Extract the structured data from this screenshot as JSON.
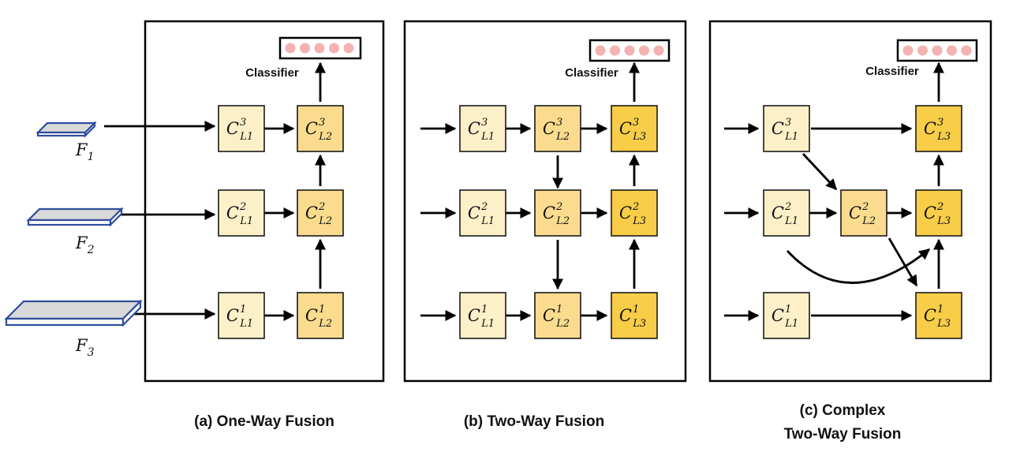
{
  "colors": {
    "l1_fill": "#fdf0c8",
    "l2_fill": "#fbdc8e",
    "l3_fill": "#f8cd48",
    "classifier_dot": "#f4b2b0",
    "feature_stroke": "#2e4d9c",
    "feature_fill": "#d9d9d9",
    "arrow": "#000000"
  },
  "features": [
    {
      "base": "F",
      "sub": "1"
    },
    {
      "base": "F",
      "sub": "2"
    },
    {
      "base": "F",
      "sub": "3"
    }
  ],
  "panels": [
    {
      "id": "a",
      "caption_lines": [
        "(a) One-Way Fusion"
      ],
      "classifier_label": "Classifier",
      "nodes": [
        {
          "id": "L1_3",
          "base": "C",
          "sub": "L1",
          "sup": "3",
          "level": "l1"
        },
        {
          "id": "L2_3",
          "base": "C",
          "sub": "L2",
          "sup": "3",
          "level": "l2"
        },
        {
          "id": "L1_2",
          "base": "C",
          "sub": "L1",
          "sup": "2",
          "level": "l1"
        },
        {
          "id": "L2_2",
          "base": "C",
          "sub": "L2",
          "sup": "2",
          "level": "l2"
        },
        {
          "id": "L1_1",
          "base": "C",
          "sub": "L1",
          "sup": "1",
          "level": "l1"
        },
        {
          "id": "L2_1",
          "base": "C",
          "sub": "L2",
          "sup": "1",
          "level": "l2"
        }
      ]
    },
    {
      "id": "b",
      "caption_lines": [
        "(b) Two-Way Fusion"
      ],
      "classifier_label": "Classifier",
      "nodes": [
        {
          "id": "L1_3",
          "base": "C",
          "sub": "L1",
          "sup": "3",
          "level": "l1"
        },
        {
          "id": "L2_3",
          "base": "C",
          "sub": "L2",
          "sup": "3",
          "level": "l2"
        },
        {
          "id": "L3_3",
          "base": "C",
          "sub": "L3",
          "sup": "3",
          "level": "l3"
        },
        {
          "id": "L1_2",
          "base": "C",
          "sub": "L1",
          "sup": "2",
          "level": "l1"
        },
        {
          "id": "L2_2",
          "base": "C",
          "sub": "L2",
          "sup": "2",
          "level": "l2"
        },
        {
          "id": "L3_2",
          "base": "C",
          "sub": "L3",
          "sup": "2",
          "level": "l3"
        },
        {
          "id": "L1_1",
          "base": "C",
          "sub": "L1",
          "sup": "1",
          "level": "l1"
        },
        {
          "id": "L2_1",
          "base": "C",
          "sub": "L2",
          "sup": "1",
          "level": "l2"
        },
        {
          "id": "L3_1",
          "base": "C",
          "sub": "L3",
          "sup": "1",
          "level": "l3"
        }
      ]
    },
    {
      "id": "c",
      "caption_lines": [
        "(c) Complex",
        "Two-Way Fusion"
      ],
      "classifier_label": "Classifier",
      "nodes": [
        {
          "id": "L1_3",
          "base": "C",
          "sub": "L1",
          "sup": "3",
          "level": "l1"
        },
        {
          "id": "L3_3",
          "base": "C",
          "sub": "L3",
          "sup": "3",
          "level": "l3"
        },
        {
          "id": "L1_2",
          "base": "C",
          "sub": "L1",
          "sup": "2",
          "level": "l1"
        },
        {
          "id": "L2_2",
          "base": "C",
          "sub": "L2",
          "sup": "2",
          "level": "l2"
        },
        {
          "id": "L3_2",
          "base": "C",
          "sub": "L3",
          "sup": "2",
          "level": "l3"
        },
        {
          "id": "L1_1",
          "base": "C",
          "sub": "L1",
          "sup": "1",
          "level": "l1"
        },
        {
          "id": "L3_1",
          "base": "C",
          "sub": "L3",
          "sup": "1",
          "level": "l3"
        }
      ]
    }
  ]
}
